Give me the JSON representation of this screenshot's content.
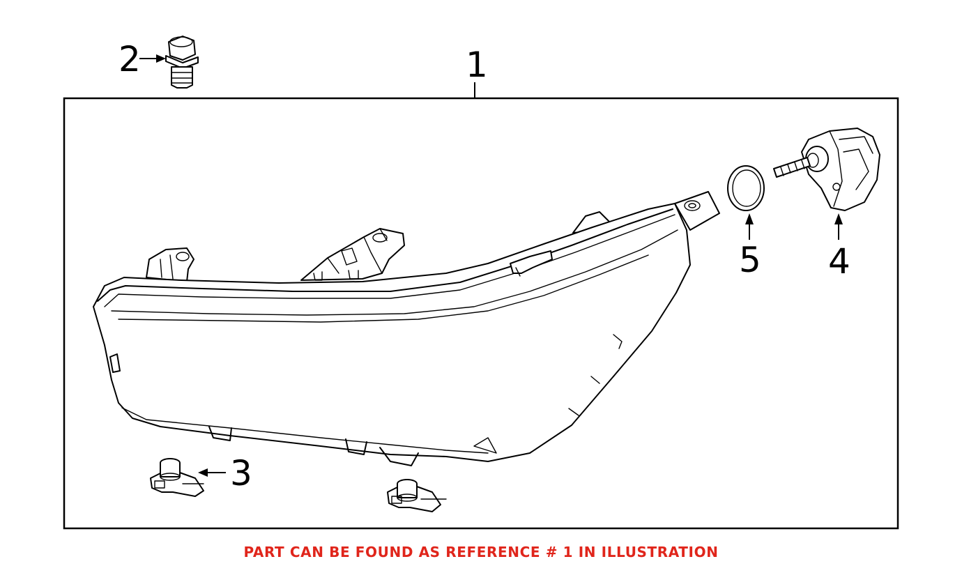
{
  "diagram": {
    "callouts": {
      "c1": "1",
      "c2": "2",
      "c3": "3",
      "c4": "4",
      "c5": "5"
    }
  },
  "footer": {
    "note": "PART CAN BE FOUND AS REFERENCE # 1 IN ILLUSTRATION",
    "color": "#e0251b"
  }
}
